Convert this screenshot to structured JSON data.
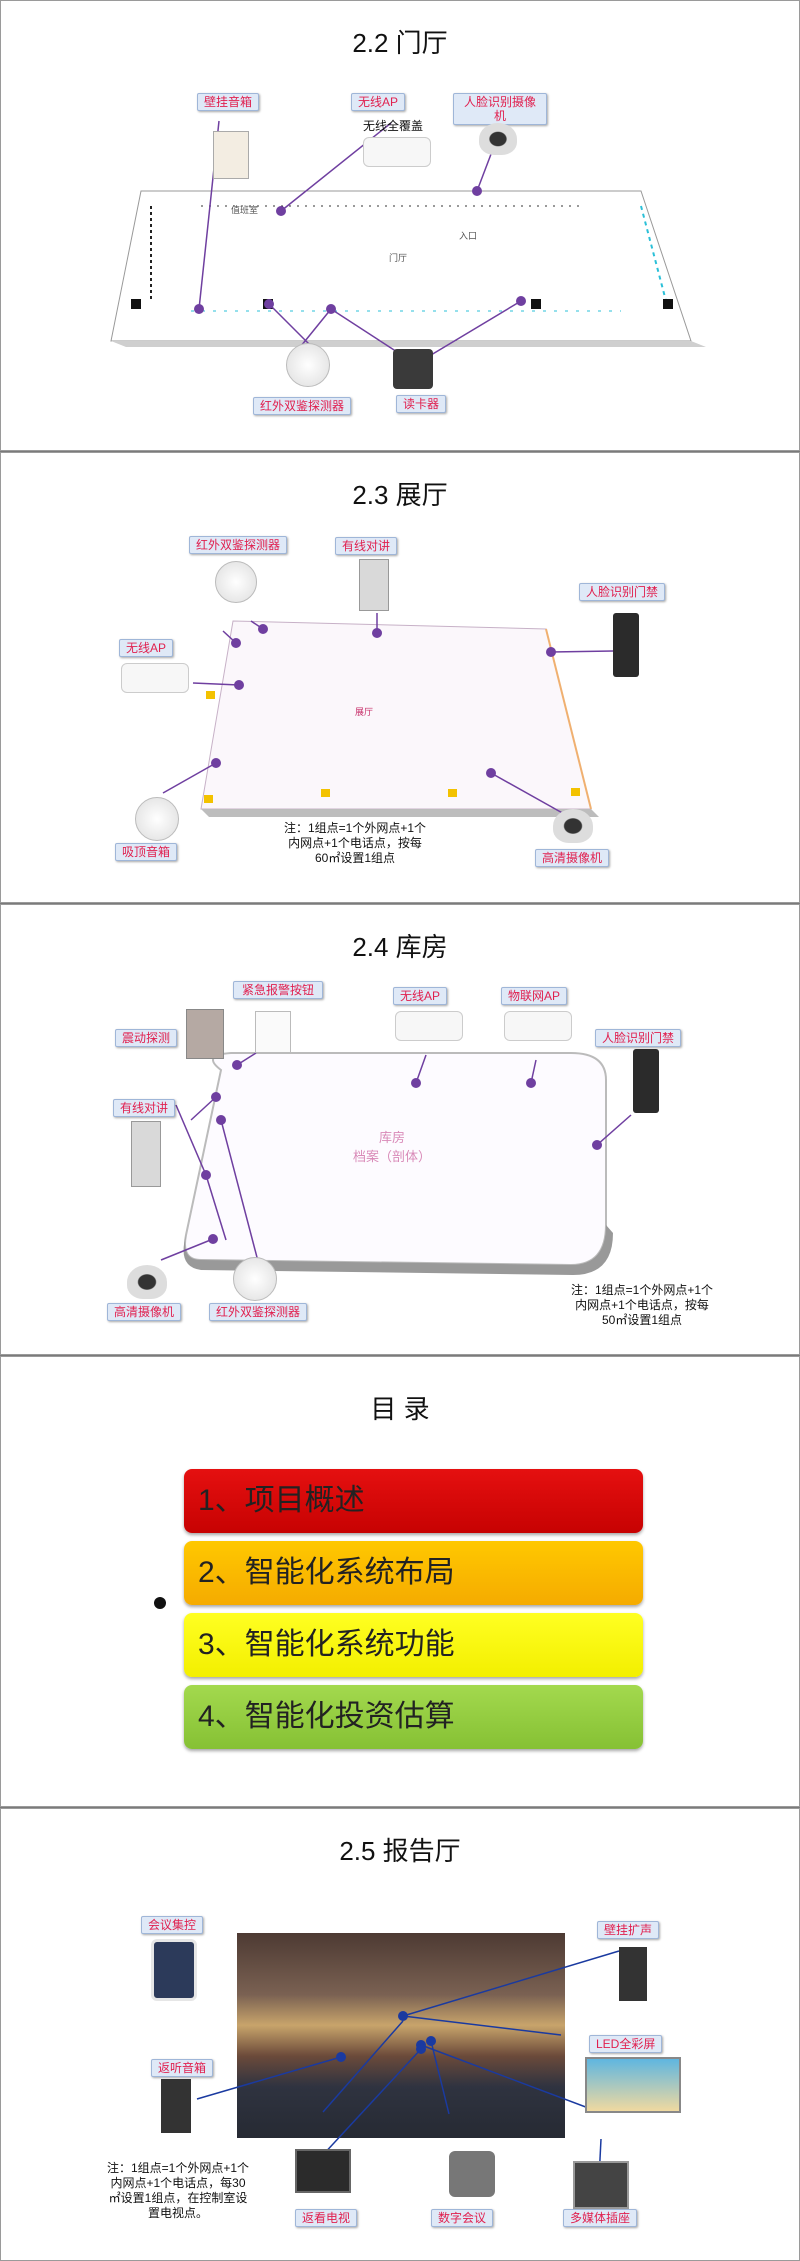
{
  "slides": {
    "lobby": {
      "title": "2.2 门厅",
      "tags": {
        "speaker": "壁挂音箱",
        "ap": "无线AP",
        "face_cam": "人脸识别摄像机",
        "pir": "红外双鉴探测器",
        "card": "读卡器"
      },
      "ap_note": "无线全覆盖",
      "floor": {
        "center": "门厅",
        "left_room": "值班室",
        "entrance": "入口"
      }
    },
    "exhibition": {
      "title": "2.3 展厅",
      "tags": {
        "pir": "红外双鉴探测器",
        "intercom": "有线对讲",
        "face_door": "人脸识别门禁",
        "ap": "无线AP",
        "ceiling_speaker": "吸顶音箱",
        "hd_cam": "高清摄像机"
      },
      "floor_label": "展厅",
      "note": "注：1组点=1个外网点+1个\n内网点+1个电话点，按每\n60㎡设置1组点"
    },
    "warehouse": {
      "title": "2.4 库房",
      "tags": {
        "panic": "紧急报警按钮",
        "ap": "无线AP",
        "iot_ap": "物联网AP",
        "vibration": "震动探测",
        "face_door": "人脸识别门禁",
        "intercom": "有线对讲",
        "hd_cam": "高清摄像机",
        "pir": "红外双鉴探测器"
      },
      "floor_label": "库房\n档案（剖体）",
      "note": "注：1组点=1个外网点+1个\n内网点+1个电话点，按每\n50㎡设置1组点"
    },
    "toc": {
      "title": "目  录",
      "items": [
        "1、项目概述",
        "2、智能化系统布局",
        "3、智能化系统功能",
        "4、智能化投资估算"
      ]
    },
    "hall": {
      "title": "2.5 报告厅",
      "tags": {
        "conf": "会议集控",
        "wall_speaker": "壁挂扩声",
        "monitor_speaker": "返听音箱",
        "led": "LED全彩屏",
        "tv": "返看电视",
        "digital_conf": "数字会议",
        "media": "多媒体插座"
      },
      "note": "注：1组点=1个外网点+1个\n内网点+1个电话点，每30\n㎡设置1组点，在控制室设\n置电视点。"
    }
  },
  "colors": {
    "tag_text": "#e0204f",
    "tag_bg": "#dfe9f7",
    "connector": "#6f3fa0",
    "menu": [
      "#d90808",
      "#fbbb00",
      "#f9f500",
      "#93cd40"
    ]
  }
}
